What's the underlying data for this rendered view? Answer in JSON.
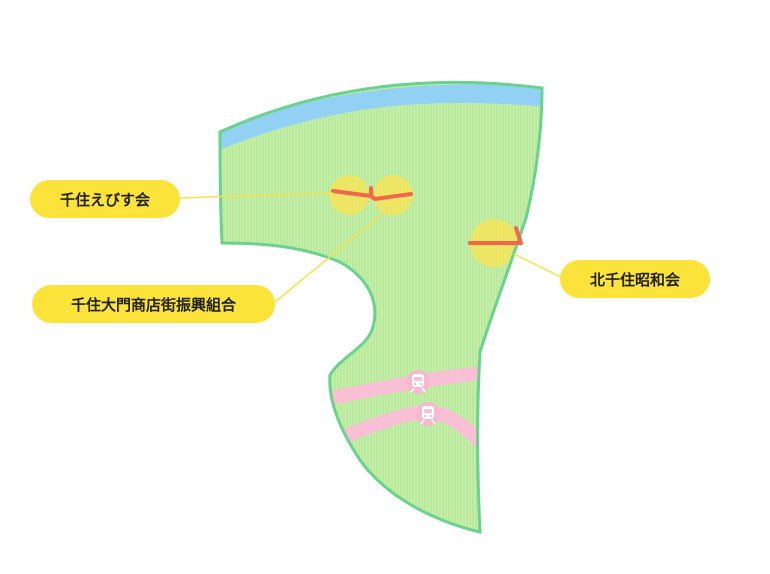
{
  "colors": {
    "district_fill": "#b9ea9b",
    "district_stripe": "#c9f0b0",
    "district_border": "#69d38d",
    "river": "#92d1f4",
    "highlight": "#f3e65f",
    "street": "#f4664b",
    "railway": "#f8bfd5",
    "railway_icon_fill": "#f8b8cf",
    "label_bg": "#fce33a",
    "leader_line": "#f5e349"
  },
  "labels": {
    "ebisu": "千住えびす会",
    "omon": "千住大門商店街振興組合",
    "showa": "北千住昭和会"
  },
  "icons": {
    "station": "train-icon"
  }
}
